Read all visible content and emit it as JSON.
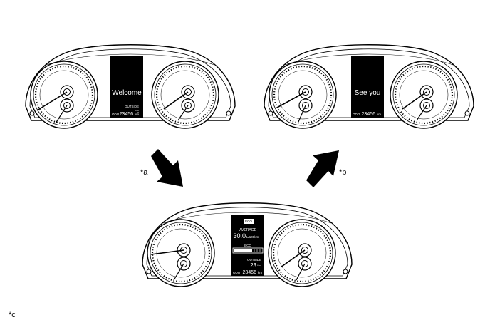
{
  "figure": {
    "labels": {
      "a": "*a",
      "b": "*b",
      "c": "*c"
    },
    "cluster_top_left": {
      "screen": {
        "main": "Welcome",
        "outside": "OUTSIDE",
        "outside_unit": "°C",
        "odo": "ODO",
        "odo_value": "23456",
        "odo_unit": "km"
      }
    },
    "cluster_top_right": {
      "screen": {
        "main": "See you",
        "odo": "ODO",
        "odo_value": "23456",
        "odo_unit": "km"
      }
    },
    "cluster_bottom": {
      "screen": {
        "badge": "ECO",
        "average": "AVERAGE",
        "avg_value": "30.0",
        "avg_unit": "L/100km",
        "eco": "ECO",
        "outside": "OUTSIDE",
        "outside_value": "23",
        "outside_unit": "°C",
        "odo": "ODO",
        "odo_value": "23456",
        "odo_unit": "km"
      }
    }
  }
}
